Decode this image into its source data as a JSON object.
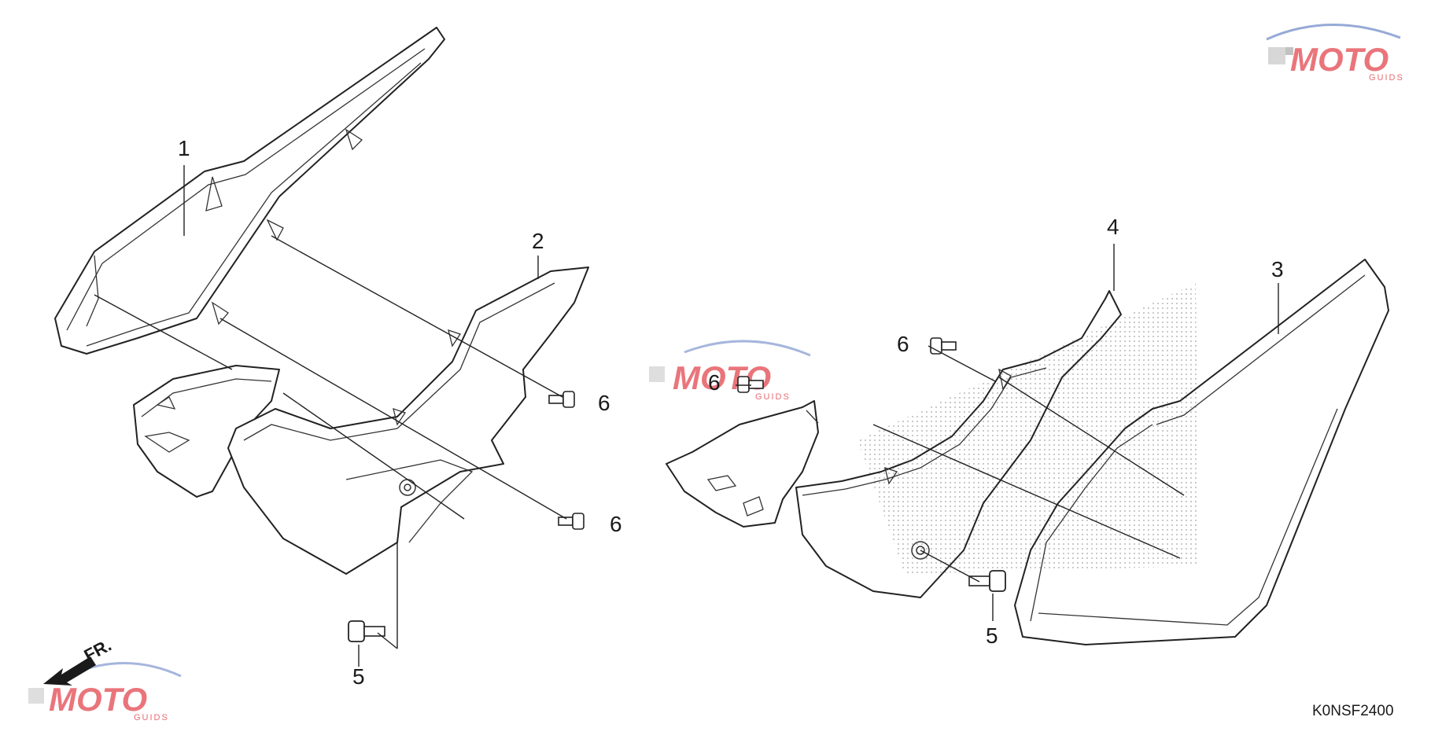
{
  "diagram": {
    "drawing_code": "K0NSF2400",
    "front_indicator": "FR.",
    "callouts": {
      "part_1": "1",
      "part_2": "2",
      "part_3": "3",
      "part_4": "4",
      "bolt_5_left": "5",
      "bolt_5_right": "5",
      "screw_6_left_upper": "6",
      "screw_6_left_lower": "6",
      "screw_6_right_a": "6",
      "screw_6_right_b": "6"
    }
  },
  "watermark": {
    "brand": "MOTO",
    "sub": "GUIDS",
    "colors": {
      "red": "#e2474f",
      "blue": "#6a86c4",
      "gray": "#9a9a9a"
    }
  }
}
